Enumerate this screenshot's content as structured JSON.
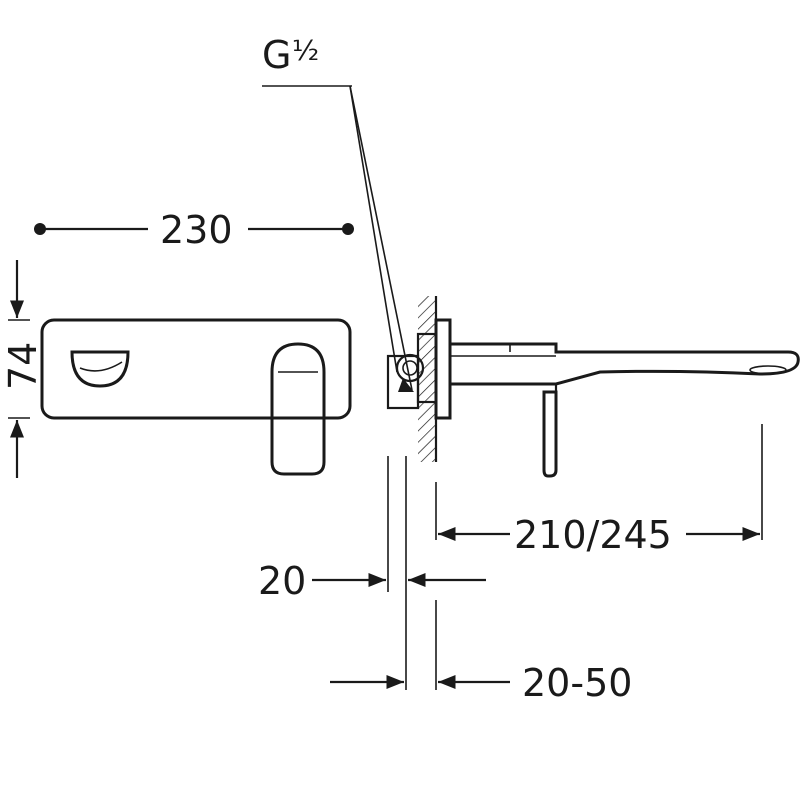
{
  "dimensions": {
    "plate_width": "230",
    "plate_height": "74",
    "thread_main": "G",
    "thread_fraction": "½",
    "spout_length": "210/245",
    "plate_thickness": "20",
    "wall_depth": "20-50"
  }
}
